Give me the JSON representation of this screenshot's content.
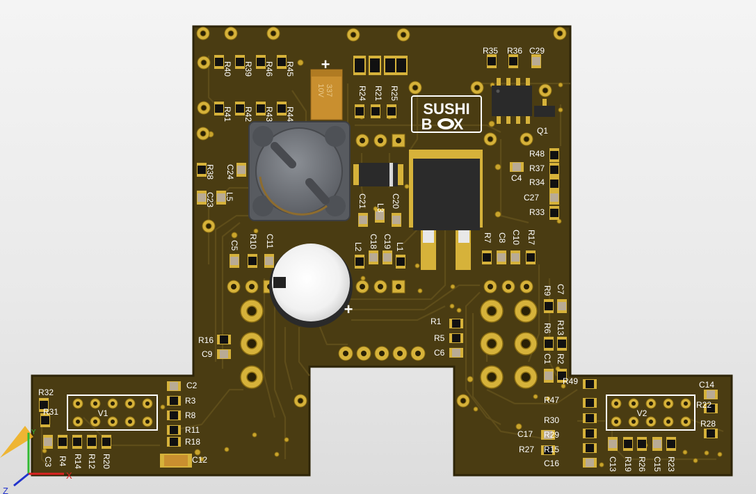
{
  "colors": {
    "board": "#4a3c12",
    "board_edge": "#2e2508",
    "trace": "#5d4c18",
    "copper": "#c9a42c",
    "pad": "#d6b23a",
    "silk": "#ffffff",
    "resistor": "#111111",
    "capacitor": "#b9ab95",
    "tantalum": "#c98f2f",
    "inductor": "#6f7277"
  },
  "logo": {
    "line1": "SUSHI",
    "line2": "B X"
  },
  "tantalum": {
    "value": "337",
    "voltage": "10V"
  },
  "polarity_marks": [
    "+",
    "+"
  ],
  "headers": {
    "left": "V1",
    "right": "V2"
  },
  "designators": {
    "R40": "R40",
    "R39": "R39",
    "R46": "R46",
    "R45": "R45",
    "R41": "R41",
    "R42": "R42",
    "R43": "R43",
    "R44": "R44",
    "R24": "R24",
    "R21": "R21",
    "R25": "R25",
    "R35": "R35",
    "R36": "R36",
    "C29": "C29",
    "Q1": "Q1",
    "R38": "R38",
    "C24": "C24",
    "C23": "C23",
    "L5": "L5",
    "C21": "C21",
    "C20": "C20",
    "L3": "L3",
    "C18": "C18",
    "C19": "C19",
    "L2": "L2",
    "L1": "L1",
    "R48": "R48",
    "R37": "R37",
    "C4": "C4",
    "R34": "R34",
    "C27": "C27",
    "R33": "R33",
    "C5": "C5",
    "R10": "R10",
    "C11": "C11",
    "R7": "R7",
    "C8": "C8",
    "C10": "C10",
    "R17": "R17",
    "R9": "R9",
    "C7": "C7",
    "R6": "R6",
    "R13": "R13",
    "C1": "C1",
    "R2": "R2",
    "R1": "R1",
    "R5": "R5",
    "C6": "C6",
    "R16": "R16",
    "C9": "C9",
    "R32": "R32",
    "R31": "R31",
    "C3": "C3",
    "R4": "R4",
    "R14": "R14",
    "R12": "R12",
    "R20": "R20",
    "C2": "C2",
    "R3": "R3",
    "R8": "R8",
    "R11": "R11",
    "R18": "R18",
    "C12": "C12",
    "R49": "R49",
    "R47": "R47",
    "R30": "R30",
    "R29": "R29",
    "R15": "R15",
    "C16": "C16",
    "C17": "C17",
    "R27": "R27",
    "C14": "C14",
    "R22": "R22",
    "R28": "R28",
    "C13": "C13",
    "R19": "R19",
    "R26": "R26",
    "C15": "C15",
    "R23": "R23"
  },
  "triad": {
    "y": "Y",
    "x": "X",
    "z": "Z"
  }
}
